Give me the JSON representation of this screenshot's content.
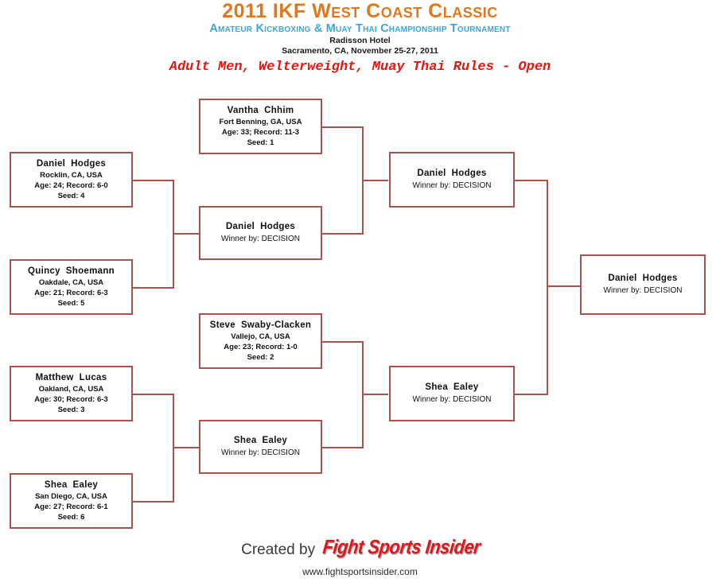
{
  "header": {
    "title": "2011 IKF West Coast Classic",
    "subtitle": "Amateur Kickboxing & Muay Thai Championship Tournament",
    "venue": "Radisson Hotel",
    "location_date": "Sacramento, CA, November 25-27, 2011",
    "division": "Adult Men, Welterweight, Muay Thai Rules - Open"
  },
  "colors": {
    "title": "#e2761b",
    "subtitle": "#39a5dc",
    "division": "#e8140f",
    "bracket_line": "#a8534f",
    "logo": "#d71920"
  },
  "bracket": {
    "round1": [
      {
        "name": "Vantha  Chhim",
        "hometown": "Fort Benning, GA, USA",
        "record": "Age: 33; Record: 11-3",
        "seed": "Seed: 1"
      },
      {
        "name": "Daniel  Hodges",
        "hometown": "Rocklin, CA, USA",
        "record": "Age: 24; Record: 6-0",
        "seed": "Seed: 4"
      },
      {
        "name": "Quincy  Shoemann",
        "hometown": "Oakdale, CA, USA",
        "record": "Age: 21; Record: 6-3",
        "seed": "Seed: 5"
      },
      {
        "name": "Steve  Swaby-Clacken",
        "hometown": "Vallejo, CA, USA",
        "record": "Age: 23; Record: 1-0",
        "seed": "Seed: 2"
      },
      {
        "name": "Matthew  Lucas",
        "hometown": "Oakland, CA, USA",
        "record": "Age: 30; Record: 6-3",
        "seed": "Seed: 3"
      },
      {
        "name": "Shea  Ealey",
        "hometown": "San Diego, CA, USA",
        "record": "Age: 27; Record: 6-1",
        "seed": "Seed: 6"
      }
    ],
    "round2": [
      {
        "name": "Daniel  Hodges",
        "result": "Winner by: DECISION"
      },
      {
        "name": "Shea  Ealey",
        "result": "Winner by: DECISION"
      }
    ],
    "round3": [
      {
        "name": "Daniel  Hodges",
        "result": "Winner by: DECISION"
      },
      {
        "name": "Shea  Ealey",
        "result": "Winner by: DECISION"
      }
    ],
    "final": {
      "name": "Daniel  Hodges",
      "result": "Winner by: DECISION"
    }
  },
  "footer": {
    "credit": "Created by",
    "logo": "Fight Sports Insider",
    "url": "www.fightsportsinsider.com"
  }
}
